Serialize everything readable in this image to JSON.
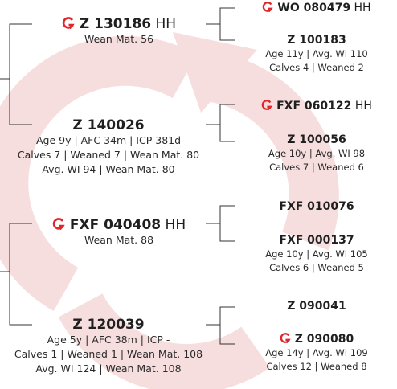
{
  "colors": {
    "accent": "#e0252c",
    "watermark": "#f7dede",
    "lines": "#333333"
  },
  "icon": "genetic-tested-icon",
  "left": [
    {
      "id": "z130186",
      "tag": "Z 130186",
      "suffix": "HH",
      "icon": true,
      "lines": [
        "Wean Mat. 56"
      ]
    },
    {
      "id": "z140026",
      "tag": "Z 140026",
      "suffix": "",
      "icon": false,
      "lines": [
        "Age 9y | AFC 34m | ICP 381d",
        "Calves 7 | Weaned 7 | Wean Mat. 80",
        "Avg. WI 94 | Wean Mat. 80"
      ]
    },
    {
      "id": "fxf040408",
      "tag": "FXF 040408",
      "suffix": "HH",
      "icon": true,
      "lines": [
        "Wean Mat. 88"
      ]
    },
    {
      "id": "z120039",
      "tag": "Z 120039",
      "suffix": "",
      "icon": false,
      "lines": [
        "Age 5y | AFC 38m | ICP -",
        "Calves 1 | Weaned 1 | Wean Mat. 108",
        "Avg. WI 124 | Wean Mat. 108"
      ]
    }
  ],
  "right": [
    {
      "id": "wo080479",
      "tag": "WO 080479",
      "suffix": "HH",
      "icon": true,
      "lines": []
    },
    {
      "id": "z100183",
      "tag": "Z 100183",
      "suffix": "",
      "icon": false,
      "lines": [
        "Age 11y | Avg. WI 110",
        "Calves 4 | Weaned 2"
      ]
    },
    {
      "id": "fxf060122",
      "tag": "FXF 060122",
      "suffix": "HH",
      "icon": true,
      "lines": []
    },
    {
      "id": "z100056",
      "tag": "Z 100056",
      "suffix": "",
      "icon": false,
      "lines": [
        "Age 10y | Avg. WI 98",
        "Calves 7 | Weaned 6"
      ]
    },
    {
      "id": "fxf010076",
      "tag": "FXF 010076",
      "suffix": "",
      "icon": false,
      "lines": []
    },
    {
      "id": "fxf000137",
      "tag": "FXF 000137",
      "suffix": "",
      "icon": false,
      "lines": [
        "Age 10y | Avg. WI 105",
        "Calves 6 | Weaned 5"
      ]
    },
    {
      "id": "z090041",
      "tag": "Z 090041",
      "suffix": "",
      "icon": false,
      "lines": []
    },
    {
      "id": "z090080",
      "tag": "Z 090080",
      "suffix": "",
      "icon": true,
      "lines": [
        "Age 14y | Avg. WI 109",
        "Calves 12 | Weaned 8"
      ]
    }
  ]
}
